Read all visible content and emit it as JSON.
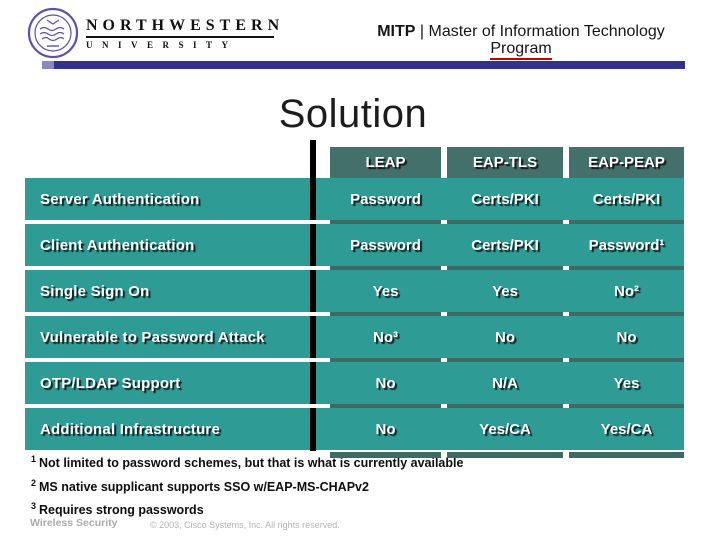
{
  "university": {
    "wordmark": "NORTHWESTERN",
    "wordmark_sub": "UNIVERSITY"
  },
  "program_header": {
    "abbr": "MITP",
    "rest": "| Master of Information Technology",
    "line2": "Program"
  },
  "title": "Solution",
  "table": {
    "columns": [
      "LEAP",
      "EAP-TLS",
      "EAP-PEAP"
    ],
    "rows": [
      {
        "label": "Server Authentication",
        "values": [
          "Password",
          "Certs/PKI",
          "Certs/PKI"
        ]
      },
      {
        "label": "Client Authentication",
        "values": [
          "Password",
          "Certs/PKI",
          "Password¹"
        ]
      },
      {
        "label": "Single Sign On",
        "values": [
          "Yes",
          "Yes",
          "No²"
        ]
      },
      {
        "label": "Vulnerable to Password Attack",
        "values": [
          "No³",
          "No",
          "No"
        ]
      },
      {
        "label": "OTP/LDAP Support",
        "values": [
          "No",
          "N/A",
          "Yes"
        ]
      },
      {
        "label": "Additional Infrastructure",
        "values": [
          "No",
          "Yes/CA",
          "Yes/CA"
        ]
      }
    ]
  },
  "footnotes": [
    {
      "marker": "1",
      "text": "Not limited to password schemes, but that is what is currently available"
    },
    {
      "marker": "2",
      "text": "MS native supplicant supports SSO w/EAP-MS-CHAPv2"
    },
    {
      "marker": "3",
      "text": "Requires strong passwords"
    }
  ],
  "footer": {
    "left": "Wireless Security",
    "copyright": "© 2003, Cisco Systems, Inc. All rights reserved."
  },
  "colors": {
    "row_teal": "#2F9B95",
    "header_teal": "#44706C",
    "separator_teal": "#3C6B66",
    "accent_blue": "#32318C",
    "underline_red": "#CC0000",
    "seal_purple": "#5B51A8"
  }
}
